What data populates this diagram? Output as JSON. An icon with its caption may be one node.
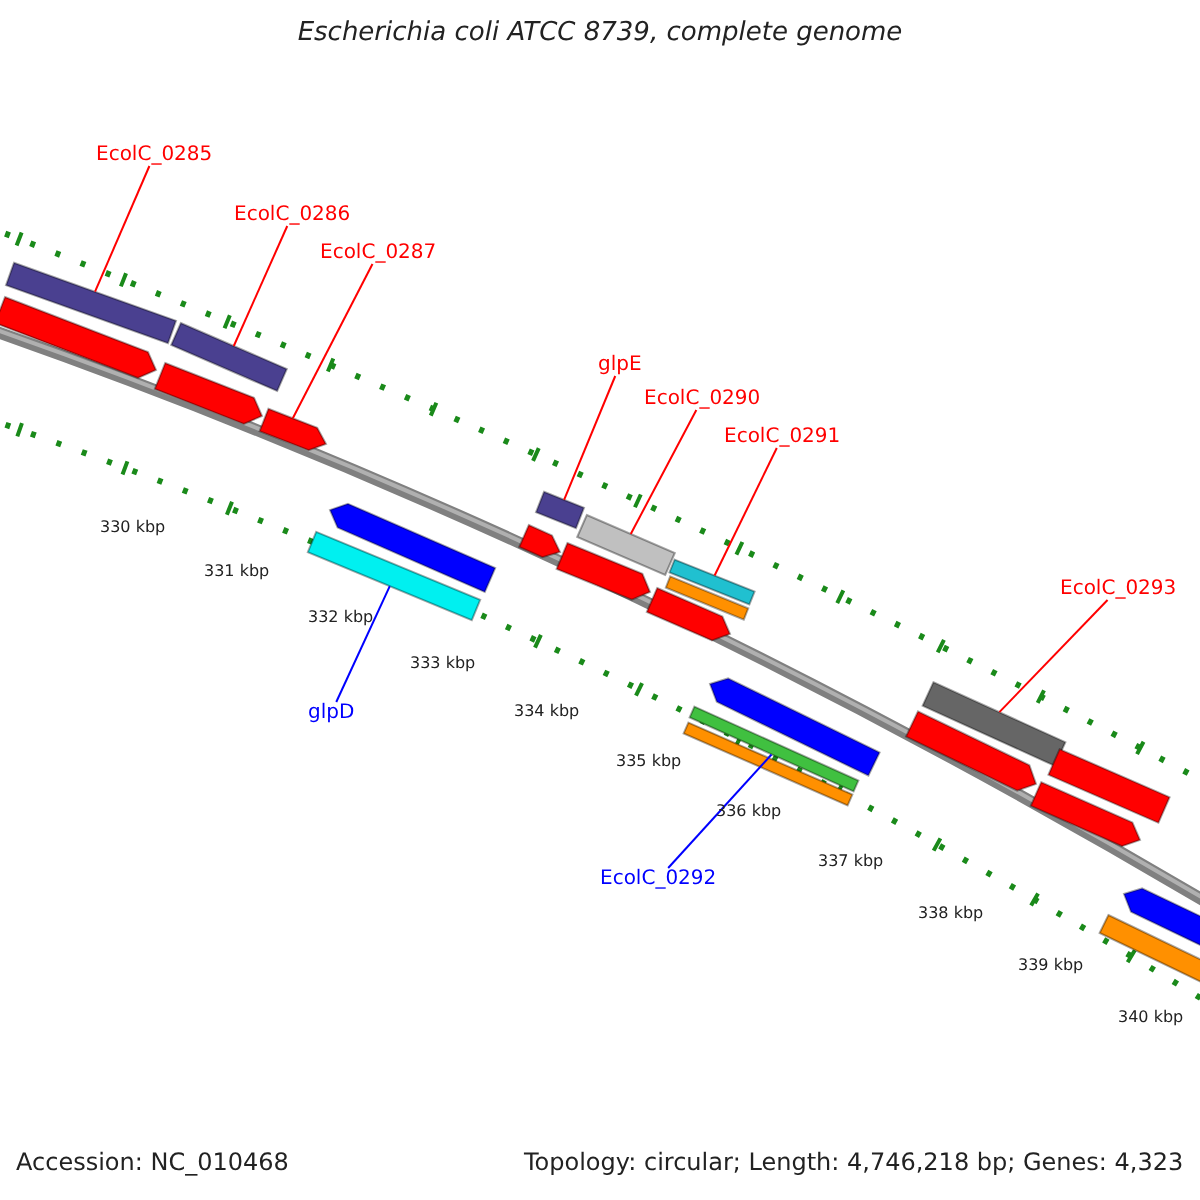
{
  "diagram": {
    "title": "Escherichia coli ATCC 8739, complete genome",
    "nodes": [
      {
        "text": [
          "EcolC_0285"
        ]
      },
      {
        "text": [],
        "shape": "bar"
      },
      {
        "text": [
          "EcolC_0286"
        ]
      },
      {
        "text": [],
        "shape": "bar"
      },
      {
        "text": [
          "EcolC_0287"
        ]
      },
      {
        "text": [],
        "shape": "arrow"
      },
      {
        "text": [
          "glpE"
        ]
      },
      {
        "text": [],
        "shape": "bar"
      },
      {
        "text": [
          "EcolC_0290"
        ]
      },
      {
        "text": [],
        "shape": "bar"
      },
      {
        "text": [
          "EcolC_0291"
        ]
      },
      {
        "text": [],
        "shape": "bar"
      },
      {
        "text": [
          "EcolC_0293"
        ]
      },
      {
        "text": [],
        "shape": "bar"
      },
      {
        "text": [
          "glpD"
        ]
      },
      {
        "text": [],
        "shape": "bar"
      },
      {
        "text": [
          "EcolC_0292"
        ]
      },
      {
        "text": [],
        "shape": "bar"
      },
      {
        "text": [],
        "shape": "arrow"
      },
      {
        "text": [],
        "shape": "arrow"
      },
      {
        "text": [],
        "shape": "arrow"
      },
      {
        "text": [],
        "shape": "arrow"
      },
      {
        "text": [],
        "shape": "arrow"
      },
      {
        "text": [],
        "shape": "arrow"
      },
      {
        "text": [],
        "shape": "bar"
      },
      {
        "text": [],
        "shape": "bar"
      },
      {
        "text": [],
        "shape": "arrow"
      },
      {
        "text": [],
        "shape": "arrow"
      },
      {
        "text": [],
        "shape": "arrow"
      },
      {
        "text": [],
        "shape": "bar"
      },
      {
        "text": [],
        "shape": "bar"
      },
      {
        "text": [],
        "shape": "arrow"
      }
    ],
    "edges": [
      {
        "from": 0,
        "to": 1,
        "arrow": "none"
      },
      {
        "from": 2,
        "to": 3,
        "arrow": "none"
      },
      {
        "from": 4,
        "to": 5,
        "arrow": "none"
      },
      {
        "from": 6,
        "to": 7,
        "arrow": "none"
      },
      {
        "from": 8,
        "to": 9,
        "arrow": "none"
      },
      {
        "from": 10,
        "to": 11,
        "arrow": "none"
      },
      {
        "from": 12,
        "to": 13,
        "arrow": "none"
      },
      {
        "from": 14,
        "to": 15,
        "arrow": "none",
        "color": "#0000ff"
      },
      {
        "from": 16,
        "to": 17,
        "arrow": "none",
        "color": "#0000ff"
      }
    ],
    "labels": [
      "330 kbp",
      "331 kbp",
      "332 kbp",
      "333 kbp",
      "334 kbp",
      "335 kbp",
      "336 kbp",
      "337 kbp",
      "338 kbp",
      "339 kbp",
      "340 kbp",
      "Accession: NC_010468",
      "Topology: circular; Length: 4,746,218 bp; Genes: 4,323"
    ]
  }
}
